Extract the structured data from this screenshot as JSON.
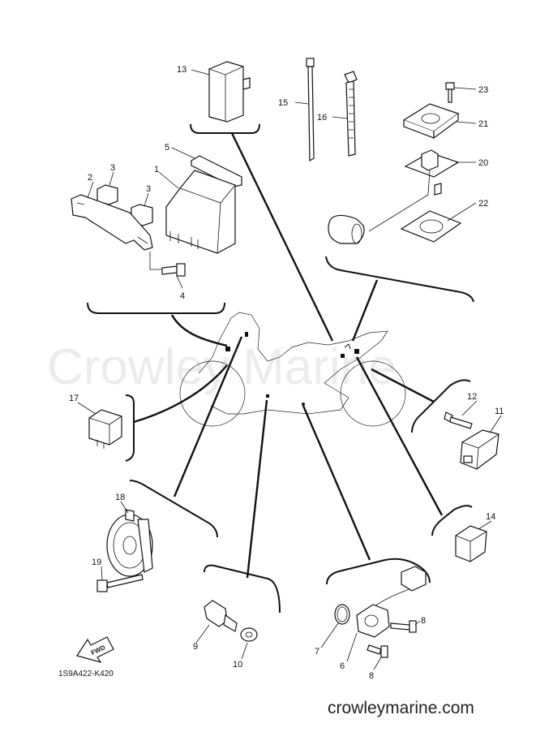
{
  "watermark": "Crowley Marine",
  "footer_url": "crowleymarine.com",
  "diagram_code": "1S9A422-K420",
  "fwd_label": "FWD",
  "callouts": {
    "c1": "1",
    "c2": "2",
    "c3a": "3",
    "c3b": "3",
    "c4": "4",
    "c5": "5",
    "c6": "6",
    "c7": "7",
    "c8a": "8",
    "c8b": "8",
    "c9": "9",
    "c10": "10",
    "c11": "11",
    "c12": "12",
    "c13": "13",
    "c14": "14",
    "c15": "15",
    "c16": "16",
    "c17": "17",
    "c18": "18",
    "c19": "19",
    "c20": "20",
    "c21": "21",
    "c22": "22",
    "c23": "23"
  }
}
